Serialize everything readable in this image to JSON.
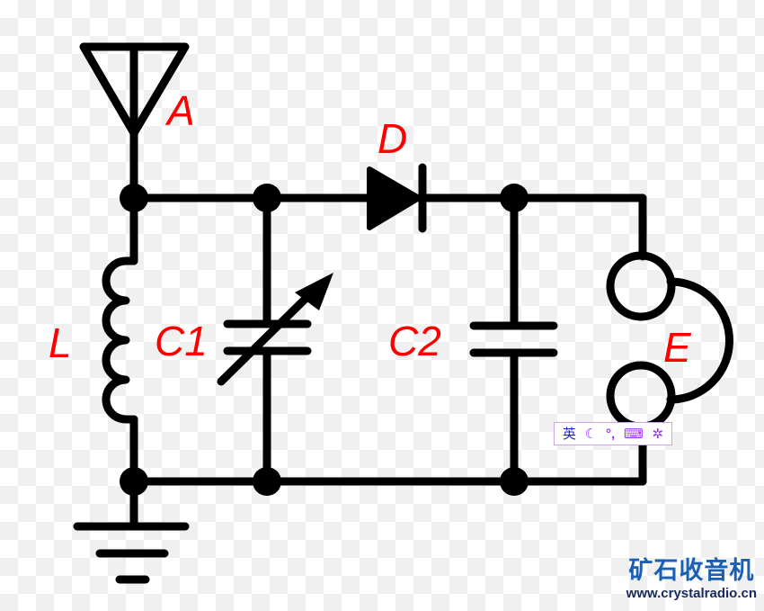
{
  "diagram": {
    "title": "Crystal radio receiver schematic",
    "labels": {
      "antenna": "A",
      "diode": "D",
      "inductor": "L",
      "variable_capacitor": "C1",
      "capacitor": "C2",
      "earphone": "E"
    },
    "colors": {
      "wire": "#000000",
      "label": "#ff0000"
    }
  },
  "ime_toolbar": {
    "language": "英",
    "mode_icon": "moon-icon",
    "punctuation": "°,",
    "keyboard_icon": "keyboard-icon",
    "settings_icon": "gear-icon"
  },
  "watermark": {
    "title": "矿石收音机",
    "url": "www.crystalradio.cn"
  }
}
